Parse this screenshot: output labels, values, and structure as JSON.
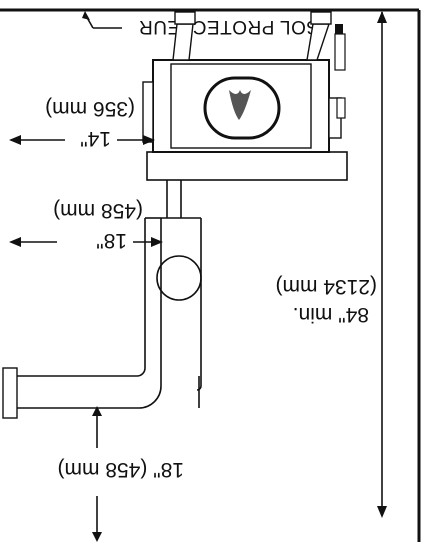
{
  "diagram": {
    "floor_protector_label": "SOL PROTECTEUR",
    "wall_clearance": {
      "imperial": "14\"",
      "metric": "(356 mm)"
    },
    "pipe_clearance": {
      "imperial": "18\"",
      "metric": "(458 mm)"
    },
    "height_min": {
      "imperial": "84\" min.",
      "metric": "(2134 mm)"
    },
    "ceiling_clearance": {
      "text": "18\" (458 mm)"
    },
    "colors": {
      "ink": "#111111",
      "background": "#ffffff"
    }
  }
}
